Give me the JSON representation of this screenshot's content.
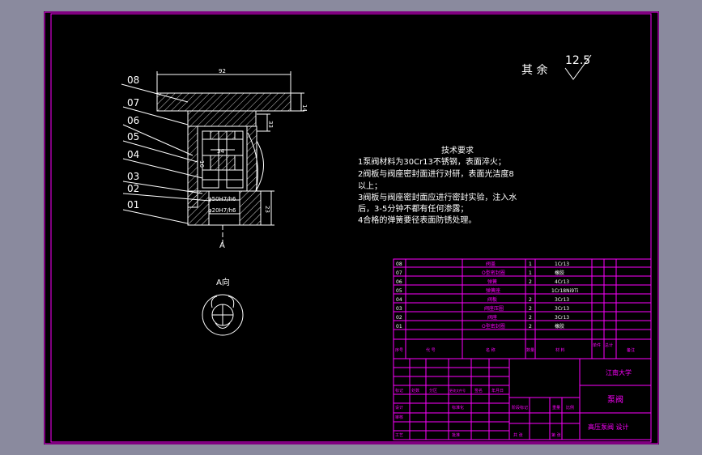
{
  "surface": {
    "symbol_prefix": "其 余",
    "value": "12.5"
  },
  "tech": {
    "title": "技术要求",
    "lines": [
      "1泵阀材料为30Cr13不锈钢，表面淬火；",
      "2阀板与阀座密封面进行对研，表面光洁度8",
      "以上；",
      "3阀板与阀座密封面应进行密封实验，注入水",
      "后，3-5分钟不都有任何渗露；",
      "4合格的弹簧要径表面防锈处理。"
    ]
  },
  "part_labels": [
    "08",
    "07",
    "06",
    "05",
    "04",
    "03",
    "02",
    "01"
  ],
  "dims": {
    "top_width": "92",
    "flange_h": "14",
    "h33": "33",
    "d34": "34",
    "d16": "16",
    "h23": "23",
    "fit1": "φ50H7/h6",
    "fit2": "φ20H7/h6"
  },
  "section_mark": "A",
  "view_label": "A向",
  "bom": {
    "rows": [
      {
        "no": "08",
        "name": "阀盖",
        "qty": "1",
        "material": "1Cr13"
      },
      {
        "no": "07",
        "name": "O型密封圈",
        "qty": "1",
        "material": "橡胶"
      },
      {
        "no": "06",
        "name": "弹簧",
        "qty": "2",
        "material": "4Cr13"
      },
      {
        "no": "05",
        "name": "弹簧座",
        "qty": "",
        "material": "1Cr18Ni9Ti"
      },
      {
        "no": "04",
        "name": "阀板",
        "qty": "2",
        "material": "3Cr13"
      },
      {
        "no": "03",
        "name": "阀座压圈",
        "qty": "2",
        "material": "3Cr13"
      },
      {
        "no": "02",
        "name": "阀座",
        "qty": "2",
        "material": "3Cr13"
      },
      {
        "no": "01",
        "name": "O型密封圈",
        "qty": "2",
        "material": "橡胶"
      }
    ],
    "header": {
      "no": "序号",
      "code": "代 号",
      "name": "名 称",
      "qty": "数量",
      "material": "材 料",
      "unit": "单件",
      "total": "总计",
      "note": "备注"
    }
  },
  "title_block": {
    "school": "江南大学",
    "drawing": "泵阀",
    "subtitle": "高压泵阀 设计",
    "left_labels": [
      "标记",
      "处数",
      "分区",
      "更改文件号",
      "签名",
      "年月日"
    ],
    "design": "设计",
    "check": "审核",
    "process": "工艺",
    "approve": "批准",
    "std": "标准化",
    "stage": "阶段标记",
    "weight": "重量",
    "ratio": "比例",
    "sheets": "共 张",
    "sheet_no": "第 张"
  }
}
